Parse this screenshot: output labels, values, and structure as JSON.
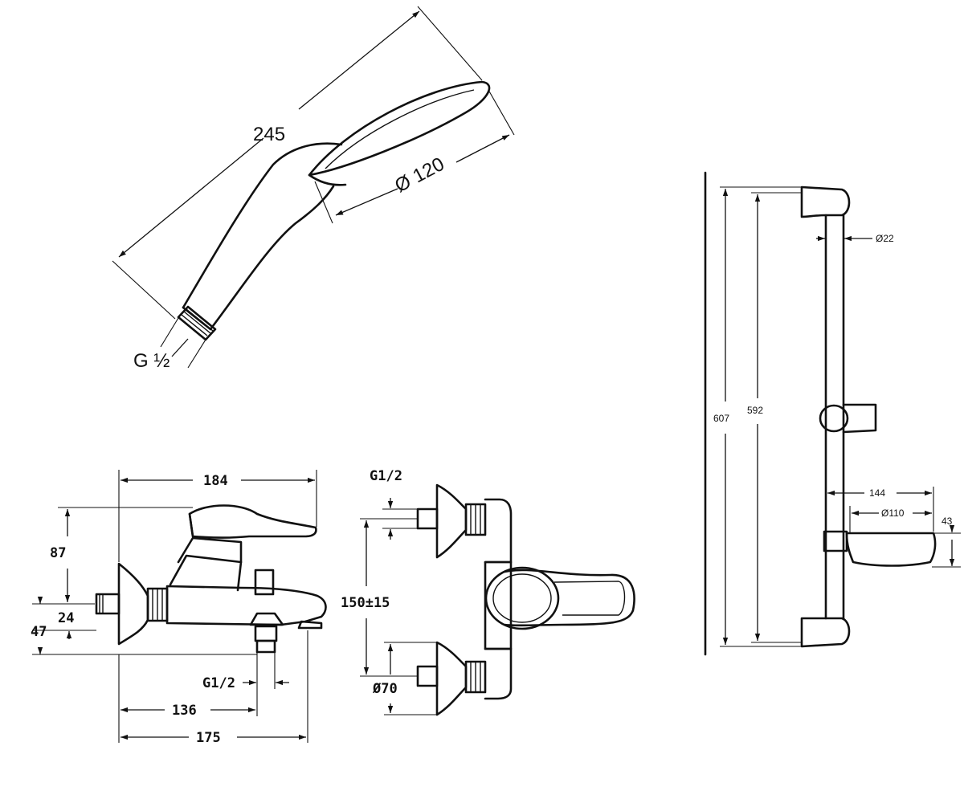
{
  "hand_shower": {
    "length": "245",
    "diameter": "Ø 120",
    "thread": "G ½"
  },
  "bath_mixer_side": {
    "width_top": "184",
    "height_lever": "87",
    "height_axis": "24",
    "height_total": "47",
    "outlet_thread": "G1/2",
    "to_outlet": "136",
    "width_bottom": "175"
  },
  "bath_mixer_front": {
    "inlet_thread": "G1/2",
    "centres": "150±15",
    "rosette": "Ø70"
  },
  "shower_rail": {
    "height_total": "607",
    "height_inner": "592",
    "tube_diameter": "Ø22",
    "dish_depth": "144",
    "dish_diameter": "Ø110",
    "dish_height": "43"
  }
}
